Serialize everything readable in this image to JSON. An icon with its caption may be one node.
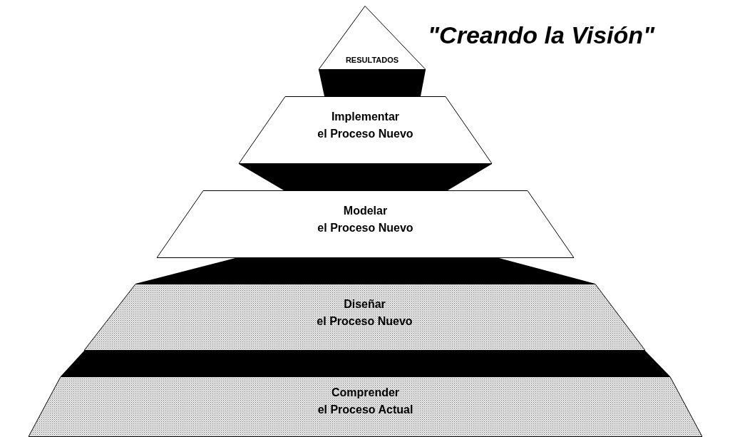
{
  "diagram": {
    "title": "\"Creando la Visión\"",
    "nodes": [
      {
        "text": [
          "RESULTADOS"
        ]
      },
      {
        "text": [
          "Implementar",
          "el Proceso Nuevo"
        ]
      },
      {
        "text": [
          "Modelar",
          "el Proceso Nuevo"
        ]
      },
      {
        "text": [
          "Diseñar",
          "el Proceso Nuevo"
        ]
      },
      {
        "text": [
          "Comprender",
          "el Proceso Actual"
        ]
      }
    ]
  }
}
